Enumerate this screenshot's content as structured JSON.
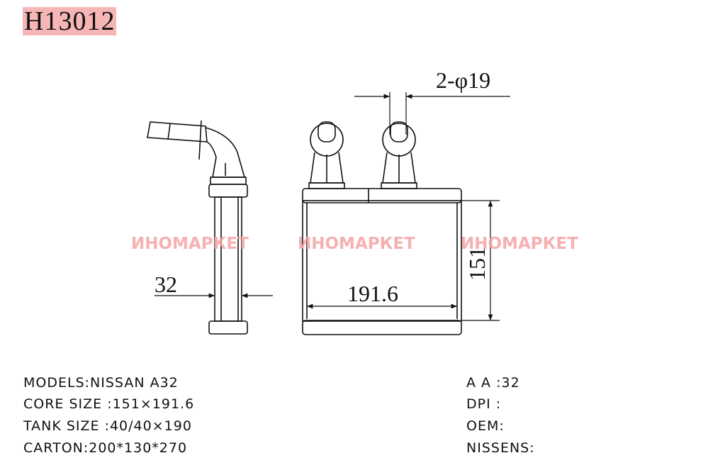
{
  "title": "H13012",
  "dimensions": {
    "inlet": "2-φ19",
    "height": "151",
    "width": "191.6",
    "thickness": "32"
  },
  "watermark": "ИНОМАРКЕТ",
  "specs_left": [
    "MODELS:NISSAN A32",
    "CORE SIZE :151×191.6",
    "TANK SIZE :40/40×190",
    "CARTON:200*130*270"
  ],
  "specs_right": [
    "A A :32",
    "DPI :",
    "OEM:",
    "NISSENS:"
  ],
  "colors": {
    "title_bg": "#f7b6b6",
    "watermark": "#f5a4a4"
  }
}
